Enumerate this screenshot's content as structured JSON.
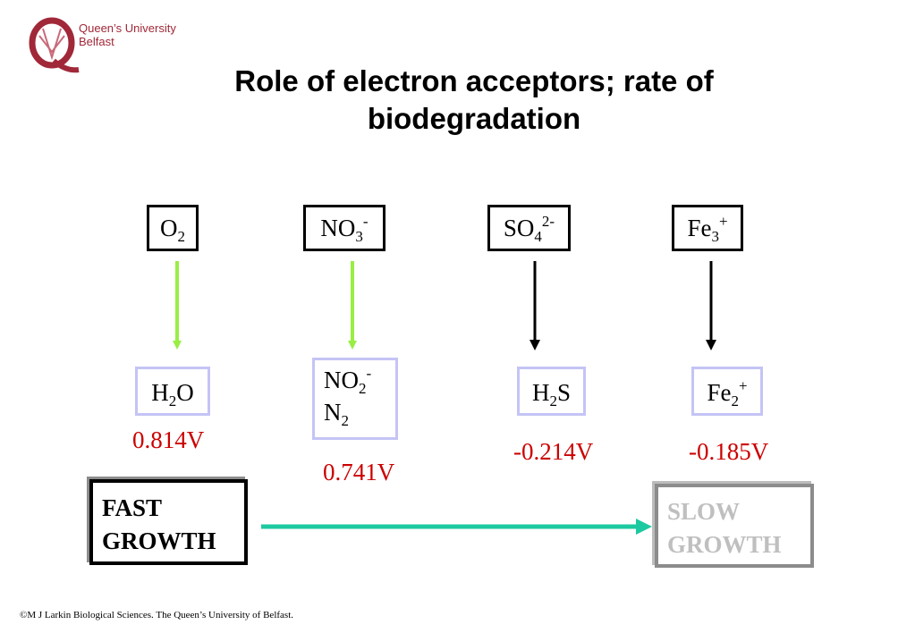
{
  "logo": {
    "line1": "Queen’s University",
    "line2": "Belfast"
  },
  "title": {
    "line1": "Role of electron acceptors; rate of",
    "line2": "biodegradation"
  },
  "acceptors": [
    {
      "base": "O",
      "sub": "2",
      "sup": ""
    },
    {
      "base": "NO",
      "sub": "3",
      "sup": "-"
    },
    {
      "base": "SO",
      "sub": "4",
      "sup": "2-"
    },
    {
      "base": "Fe",
      "sub": "3",
      "sup": "+"
    }
  ],
  "products": [
    {
      "a": "H",
      "sub": "2",
      "b": "O"
    },
    {
      "a": "NO",
      "sub": "2",
      "sup": "-",
      "a2": "N",
      "sub2": "2"
    },
    {
      "a": "H",
      "sub": "2",
      "b": "S"
    },
    {
      "a": "Fe",
      "sub": "2",
      "sup": "+"
    }
  ],
  "voltages": [
    "0.814V",
    "0.741V",
    "-0.214V",
    "-0.185V"
  ],
  "fast_growth": {
    "line1": "FAST",
    "line2": "GROWTH"
  },
  "slow_growth": {
    "line1": "SLOW",
    "line2": "GROWTH"
  },
  "footer": "©M J Larkin  Biological Sciences. The  Queen’s University of Belfast.",
  "colors": {
    "title": "#000000",
    "voltage": "#cc0000",
    "green_arrow": "#99ee44",
    "teal_arrow": "#1dc9a0",
    "product_border": "#c4c4f6",
    "logo_maroon": "#a02838",
    "slow_text": "#bfbfbf"
  }
}
